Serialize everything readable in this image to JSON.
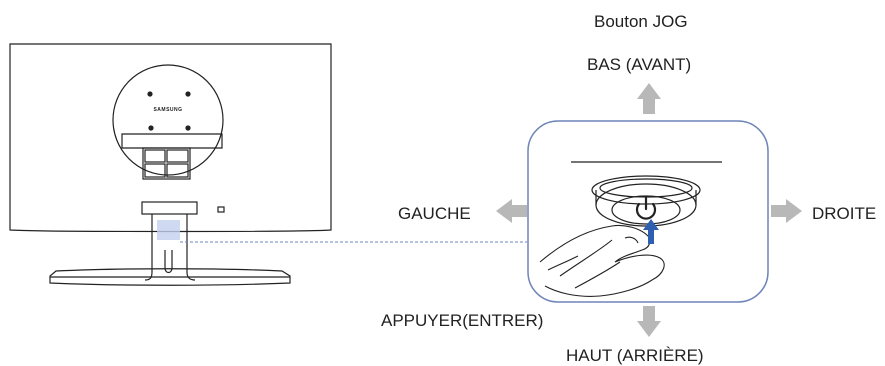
{
  "labels": {
    "title": "Bouton JOG",
    "down": "BAS (AVANT)",
    "left": "GAUCHE",
    "right": "DROITE",
    "press": "APPUYER(ENTRER)",
    "up": "HAUT (ARRIÈRE)"
  },
  "monitor": {
    "brand": "SAMSUNG"
  },
  "colors": {
    "arrow": "#b8b8b8",
    "callout_border": "#6f84b8",
    "highlight": "#c3cfee",
    "line": "#222222",
    "jog_arrow": "#2e5fb0"
  },
  "icons": [
    "arrow-up-icon",
    "arrow-down-icon",
    "arrow-left-icon",
    "arrow-right-icon",
    "power-icon",
    "finger-icon"
  ]
}
